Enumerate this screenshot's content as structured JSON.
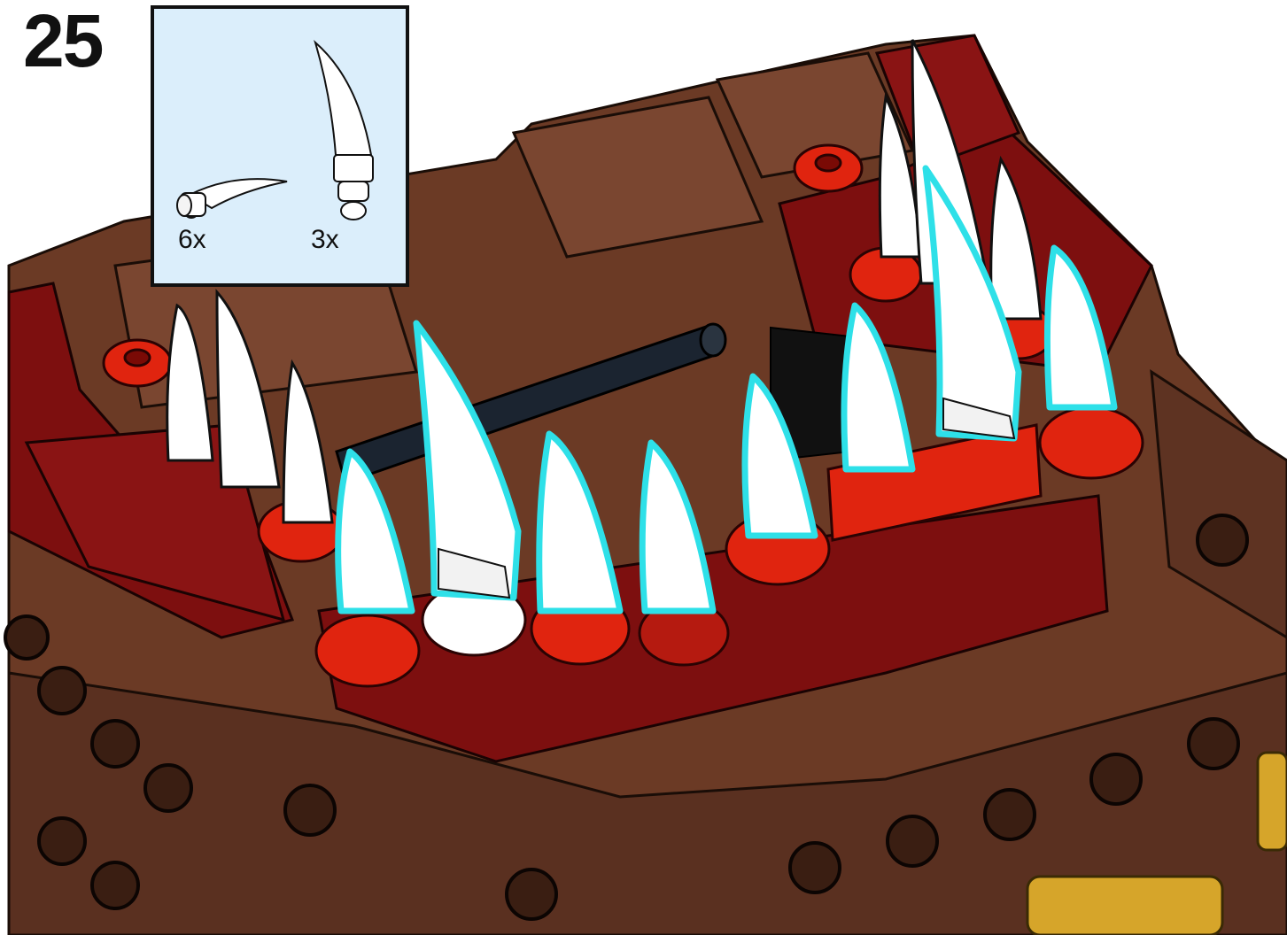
{
  "step": {
    "number": "25"
  },
  "parts_callout": {
    "parts": [
      {
        "icon": "horn-small-icon",
        "quantity": "6x"
      },
      {
        "icon": "horn-large-icon",
        "quantity": "3x"
      }
    ]
  },
  "colors": {
    "brown": "#6b3a25",
    "brown_dark": "#4a2617",
    "dark_red": "#7d0f0f",
    "red": "#e0240f",
    "white": "#ffffff",
    "highlight": "#2ee0e8",
    "axle": "#1b2430",
    "callout_bg": "#dbeefb",
    "gold": "#d6a52a"
  }
}
